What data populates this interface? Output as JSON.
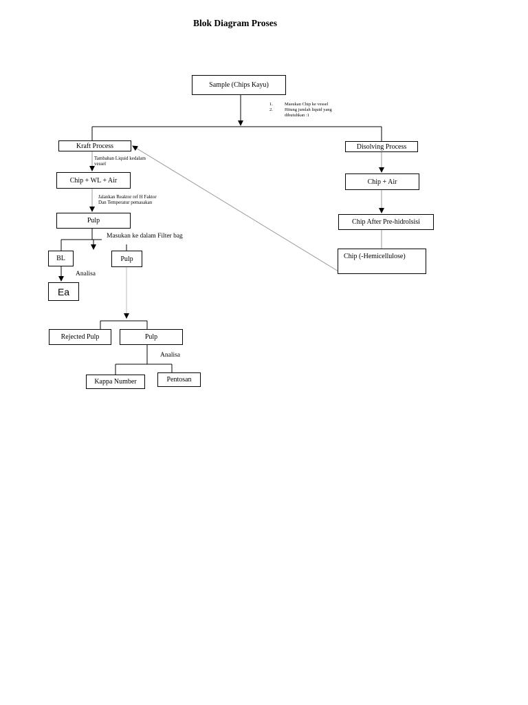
{
  "title": "Blok Diagram Proses",
  "boxes": {
    "sample": "Sample (Chips Kayu)",
    "kraft_process": "Kraft Process",
    "disolving_process": "Disolving Process",
    "chip_wl_air": "Chip + WL + Air",
    "chip_air": "Chip + Air",
    "pulp_1": "Pulp",
    "chip_after_prehidrolisis": "Chip After Pre-hidrolsisi",
    "chip_hemicellulose": "Chip (-Hemicellulose)",
    "bl": "BL",
    "pulp_2": "Pulp",
    "ea": "Ea",
    "rejected_pulp": "Rejected Pulp",
    "pulp_3": "Pulp",
    "kappa_number": "Kappa Number",
    "pentosan": "Pentosan"
  },
  "notes": {
    "steps": [
      {
        "num": "1.",
        "text": "Masukan Chip ke vessel"
      },
      {
        "num": "2.",
        "text": "Hitung jumlah liquid yang"
      },
      {
        "num": "",
        "text": "dibutuhkan  :1"
      }
    ],
    "tambahan_line1": "Tambahan Liquid kedalam",
    "tambahan_line2": "vessel",
    "jalankan_line1": "Jalankan Reaktor ref H Faktor",
    "jalankan_line2": "Dan Temperatur pemasakan",
    "masukan_filter": "Masukan ke dalam Filter bag",
    "analisa_1": "Analisa",
    "analisa_2": "Analisa"
  }
}
